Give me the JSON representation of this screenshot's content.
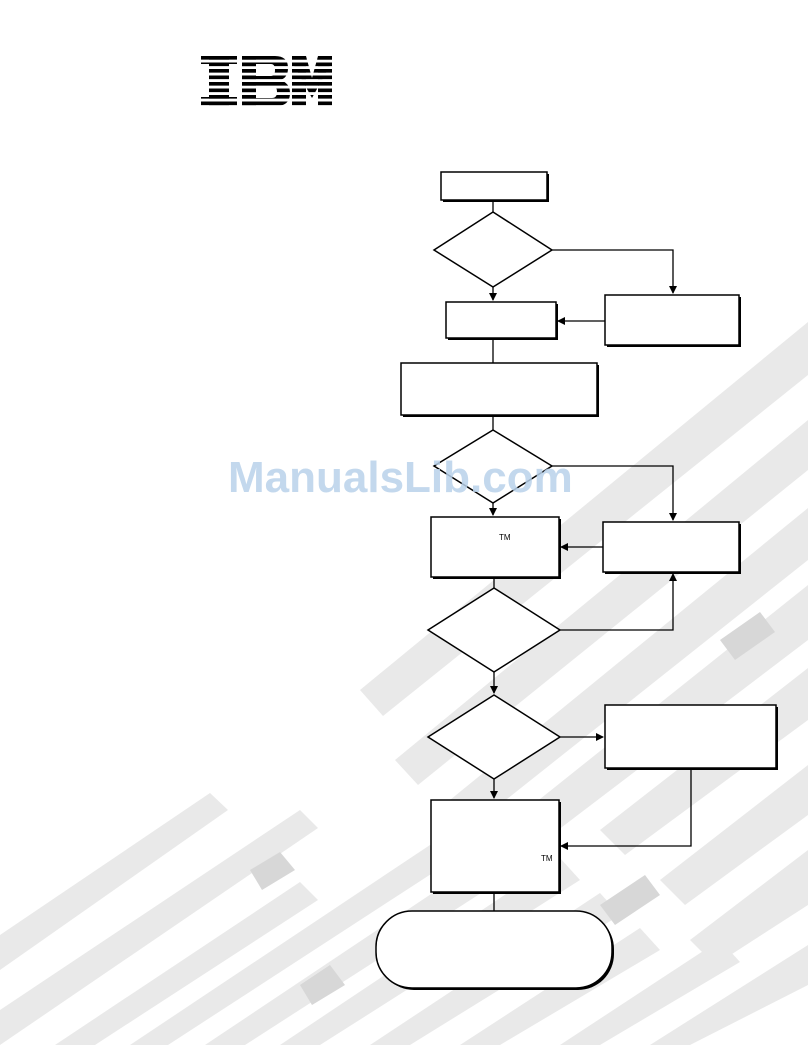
{
  "logo": {
    "text": "IBM"
  },
  "watermark": {
    "text": "ManualsLib.com"
  },
  "flowchart": {
    "trademark_1": "TM",
    "trademark_2": "TM"
  },
  "colors": {
    "stripe": "#e9e9e9",
    "stripe_dark": "#d7d7d7",
    "ink": "#000000",
    "watermark": "#b9d1ea"
  }
}
